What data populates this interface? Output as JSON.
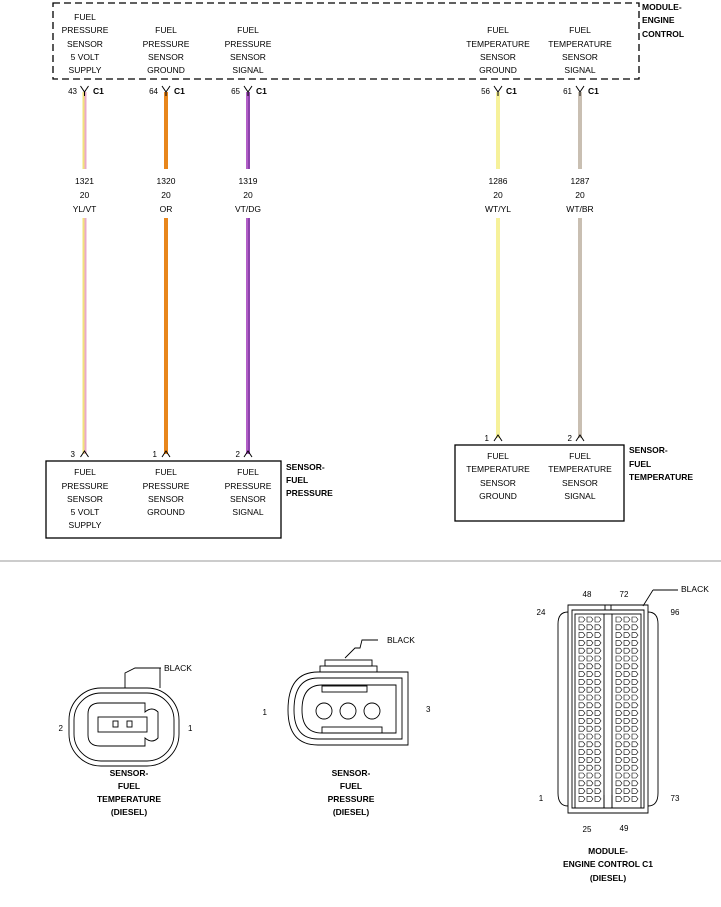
{
  "ecm": {
    "title_lines": [
      "MODULE-",
      "ENGINE",
      "CONTROL"
    ],
    "connector": "C1",
    "columns": [
      {
        "label": [
          "FUEL",
          "PRESSURE",
          "SENSOR",
          "5 VOLT",
          "SUPPLY"
        ],
        "cavity": "43"
      },
      {
        "label": [
          "FUEL",
          "PRESSURE",
          "SENSOR",
          "GROUND"
        ],
        "cavity": "64"
      },
      {
        "label": [
          "FUEL",
          "PRESSURE",
          "SENSOR",
          "SIGNAL"
        ],
        "cavity": "65"
      },
      {
        "label": [
          "FUEL",
          "TEMPERATURE",
          "SENSOR",
          "GROUND"
        ],
        "cavity": "56"
      },
      {
        "label": [
          "FUEL",
          "TEMPERATURE",
          "SENSOR",
          "SIGNAL"
        ],
        "cavity": "61"
      }
    ]
  },
  "wires": [
    {
      "circuit": "1321",
      "gauge": "20",
      "color_code": "YL/VT",
      "color_a": "#f2e27a",
      "color_b": "#e9a9c9"
    },
    {
      "circuit": "1320",
      "gauge": "20",
      "color_code": "OR",
      "color_a": "#e8861c",
      "color_b": "#e8861c"
    },
    {
      "circuit": "1319",
      "gauge": "20",
      "color_code": "VT/DG",
      "color_a": "#b25fc7",
      "color_b": "#8e44ad"
    },
    {
      "circuit": "1286",
      "gauge": "20",
      "color_code": "WT/YL",
      "color_a": "#f6f19a",
      "color_b": "#f6f19a"
    },
    {
      "circuit": "1287",
      "gauge": "20",
      "color_code": "WT/BR",
      "color_a": "#c9bfb2",
      "color_b": "#c9bfb2"
    }
  ],
  "sensor_pressure": {
    "title_lines": [
      "SENSOR-",
      "FUEL",
      "PRESSURE"
    ],
    "pins": [
      "3",
      "1",
      "2"
    ],
    "labels": [
      [
        "FUEL",
        "PRESSURE",
        "SENSOR",
        "5 VOLT",
        "SUPPLY"
      ],
      [
        "FUEL",
        "PRESSURE",
        "SENSOR",
        "GROUND"
      ],
      [
        "FUEL",
        "PRESSURE",
        "SENSOR",
        "SIGNAL"
      ]
    ]
  },
  "sensor_temperature": {
    "title_lines": [
      "SENSOR-",
      "FUEL",
      "TEMPERATURE"
    ],
    "pins": [
      "1",
      "2"
    ],
    "labels": [
      [
        "FUEL",
        "TEMPERATURE",
        "SENSOR",
        "GROUND"
      ],
      [
        "FUEL",
        "TEMPERATURE",
        "SENSOR",
        "SIGNAL"
      ]
    ]
  },
  "connector_views": {
    "temperature": {
      "color": "BLACK",
      "pin_left": "2",
      "pin_right": "1",
      "caption": [
        "SENSOR-",
        "FUEL",
        "TEMPERATURE",
        "(DIESEL)"
      ]
    },
    "pressure": {
      "color": "BLACK",
      "pin_left": "1",
      "pin_right": "3",
      "caption": [
        "SENSOR-",
        "FUEL",
        "PRESSURE",
        "(DIESEL)"
      ]
    },
    "ecm": {
      "color": "BLACK",
      "pin_labels": {
        "top_left": "24",
        "top_mid_left": "48",
        "top_mid_right": "72",
        "top_right": "96",
        "bottom_left": "1",
        "bottom_mid_left": "25",
        "bottom_mid_right": "49",
        "bottom_right": "73"
      },
      "caption": [
        "MODULE-",
        "ENGINE CONTROL C1",
        "(DIESEL)"
      ]
    }
  }
}
